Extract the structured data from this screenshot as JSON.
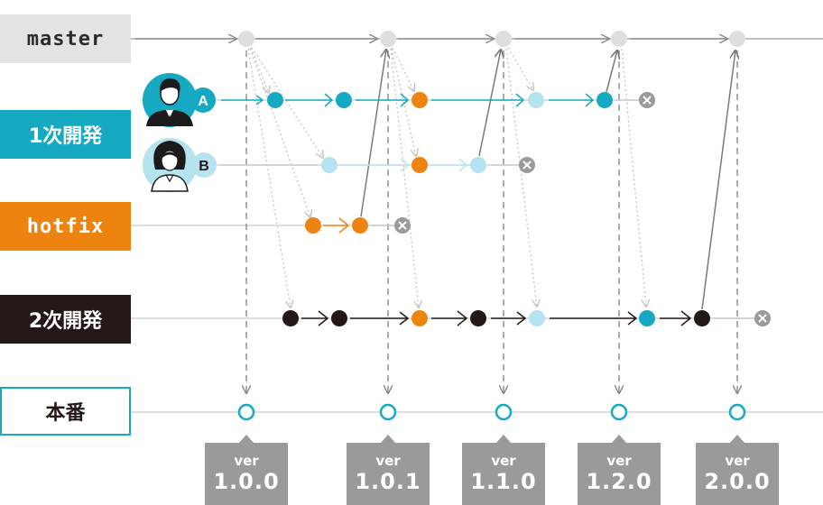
{
  "lanes": {
    "master": "master",
    "dev1": "1次開発",
    "hotfix": "hotfix",
    "dev2": "2次開発",
    "production": "本番"
  },
  "developers": [
    {
      "badge": "A"
    },
    {
      "badge": "B"
    }
  ],
  "versions": [
    {
      "word": "ver",
      "number": "1.0.0"
    },
    {
      "word": "ver",
      "number": "1.0.1"
    },
    {
      "word": "ver",
      "number": "1.1.0"
    },
    {
      "word": "ver",
      "number": "1.2.0"
    },
    {
      "word": "ver",
      "number": "2.0.0"
    }
  ],
  "colors": {
    "master": "#e4e4e4",
    "dev1": "#16a9c2",
    "dev1_light": "#b5e3ef",
    "hotfix": "#ee8410",
    "dev2": "#231815",
    "connector": "#8c8c8c",
    "close_mark": "#9a9a9a"
  }
}
